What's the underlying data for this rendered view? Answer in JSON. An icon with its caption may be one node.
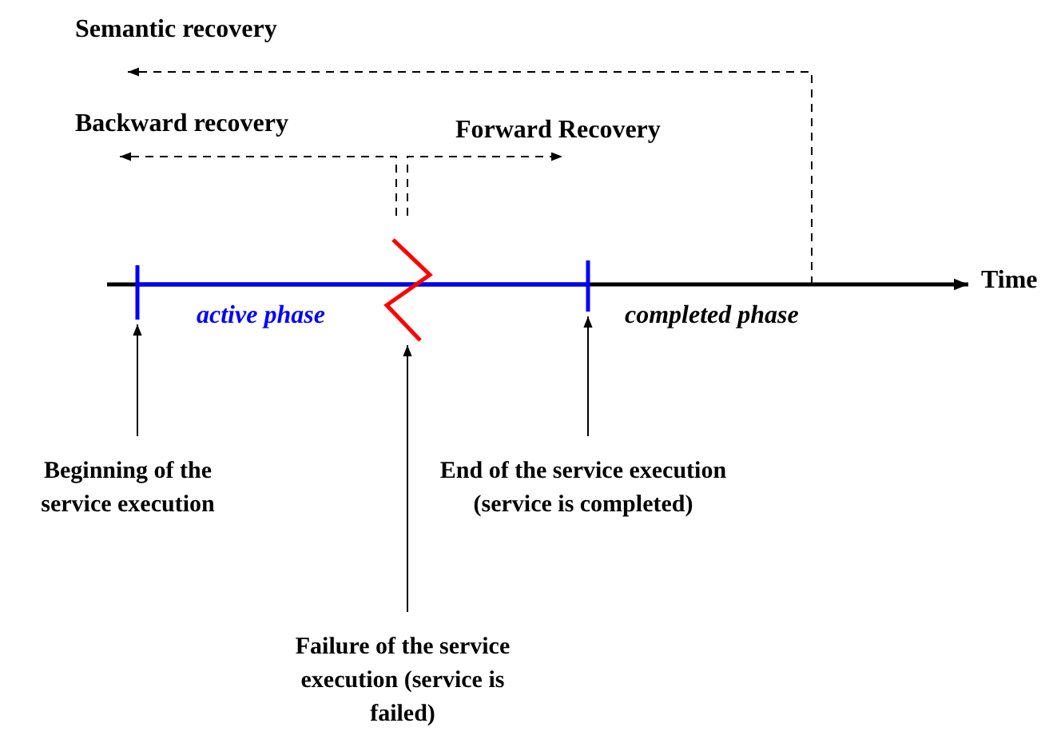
{
  "diagram": {
    "nodes": [
      {
        "text": [
          "Beginning of the service execution"
        ]
      },
      {
        "text": [],
        "shape": "bar"
      },
      {
        "text": [
          "Failure of the service execution (service is failed)"
        ]
      },
      {
        "text": [],
        "shape": "zigzag"
      },
      {
        "text": [
          "End of the service execution (service is completed)"
        ]
      },
      {
        "text": [],
        "shape": "bar"
      }
    ],
    "edges": [
      {
        "from": 0,
        "to": 1,
        "arrow": "to"
      },
      {
        "from": 2,
        "to": 3,
        "arrow": "to"
      },
      {
        "from": 4,
        "to": 5,
        "arrow": "to"
      }
    ],
    "labels": [
      "Semantic recovery",
      "Backward recovery",
      "Forward Recovery",
      "Time",
      "active phase",
      "completed phase"
    ]
  }
}
